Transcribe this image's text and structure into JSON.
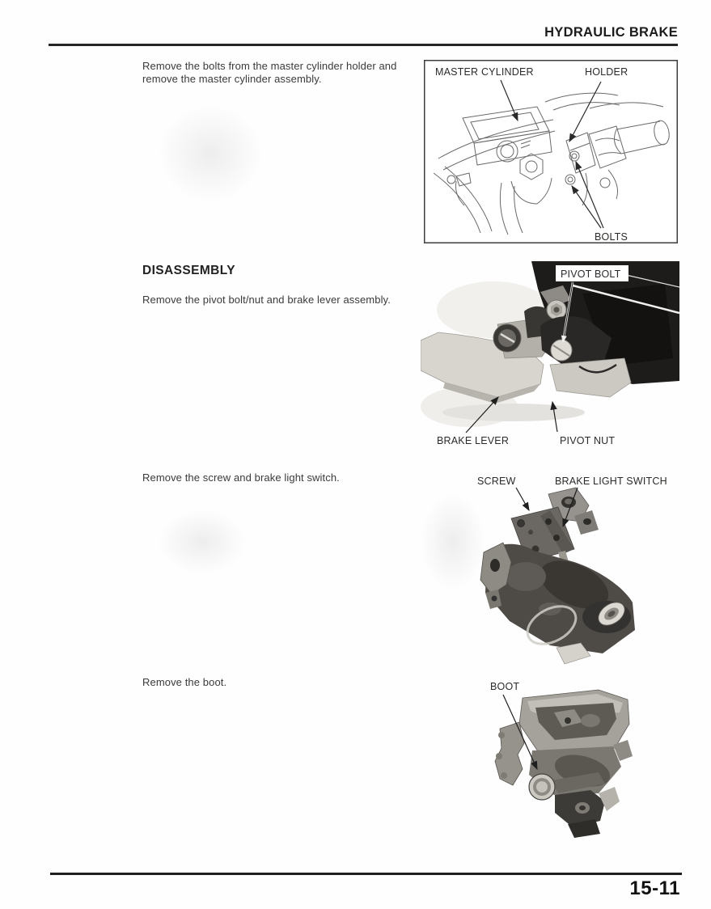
{
  "page": {
    "header_title": "HYDRAULIC BRAKE",
    "page_number": "15-11"
  },
  "steps": {
    "step1": "Remove the bolts from the master cylinder holder and remove the master cylinder assembly.",
    "section_heading": "DISASSEMBLY",
    "step2": "Remove the pivot bolt/nut and brake lever assembly.",
    "step3": "Remove the screw and brake light switch.",
    "step4": "Remove the boot."
  },
  "figures": {
    "master_cylinder_diagram": {
      "label_master_cylinder": "MASTER CYLINDER",
      "label_holder": "HOLDER",
      "label_bolts": "BOLTS"
    },
    "brake_lever_photo": {
      "label_pivot_bolt": "PIVOT BOLT",
      "label_brake_lever": "BRAKE LEVER",
      "label_pivot_nut": "PIVOT NUT"
    },
    "brake_light_switch_photo": {
      "label_screw": "SCREW",
      "label_brake_light_switch": "BRAKE LIGHT SWITCH"
    },
    "boot_photo": {
      "label_boot": "BOOT"
    }
  }
}
